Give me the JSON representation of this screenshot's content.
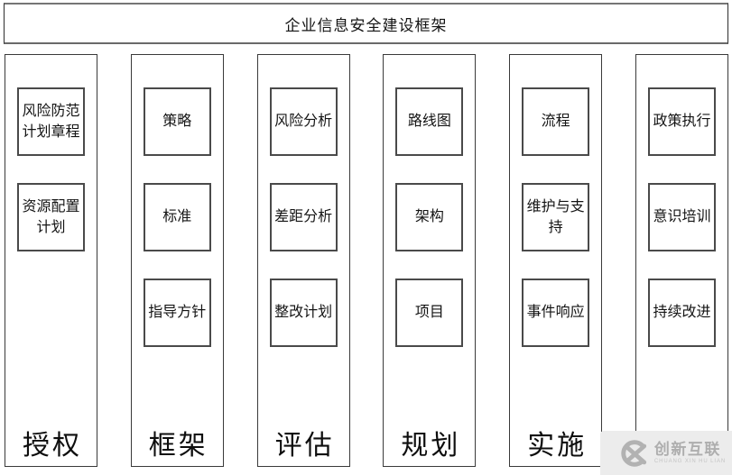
{
  "title": "企业信息安全建设框架",
  "columns": [
    {
      "label": "授权",
      "boxes": [
        "风险防范计划章程",
        "资源配置计划"
      ]
    },
    {
      "label": "框架",
      "boxes": [
        "策略",
        "标准",
        "指导方针"
      ]
    },
    {
      "label": "评估",
      "boxes": [
        "风险分析",
        "差距分析",
        "整改计划"
      ]
    },
    {
      "label": "规划",
      "boxes": [
        "路线图",
        "架构",
        "项目"
      ]
    },
    {
      "label": "实施",
      "boxes": [
        "流程",
        "维护与支持",
        "事件响应"
      ]
    },
    {
      "label": "",
      "boxes": [
        "政策执行",
        "意识培训",
        "持续改进"
      ]
    }
  ],
  "watermark": {
    "brand": "创新互联",
    "subtitle": "CHUANG XIN HU LIAN",
    "logo": "cx-circle-x-icon"
  },
  "colors": {
    "title_border": "#757575",
    "column_border": "#3a3a3a",
    "node_border": "#4a4a4a",
    "text": "#141414",
    "watermark_bg": "#ececec",
    "watermark_fg": "#aeaeae"
  }
}
